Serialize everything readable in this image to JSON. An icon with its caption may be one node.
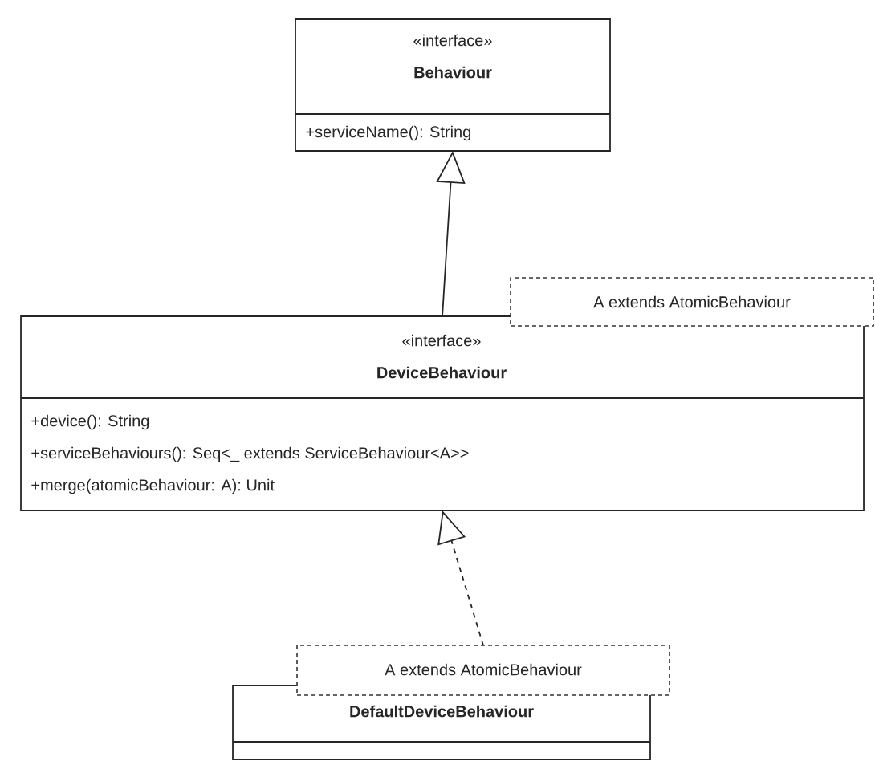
{
  "diagram": {
    "nodes": [
      {
        "text": [
          "«interface»",
          "Behaviour",
          "+serviceName(): String"
        ]
      },
      {
        "text": [
          "«interface»",
          "DeviceBehaviour",
          "+device(): String",
          "+serviceBehaviours(): Seq<_ extends ServiceBehaviour<A>>",
          "+merge(atomicBehaviour: A): Unit"
        ]
      },
      {
        "text": [
          "A extends AtomicBehaviour"
        ]
      },
      {
        "text": [
          "DefaultDeviceBehaviour"
        ]
      },
      {
        "text": [
          "A extends AtomicBehaviour"
        ]
      }
    ],
    "edges": [
      {
        "from": 1,
        "to": 0,
        "arrow": "to"
      },
      {
        "from": 4,
        "to": 1,
        "arrow": "to",
        "style": "dashed"
      }
    ]
  }
}
